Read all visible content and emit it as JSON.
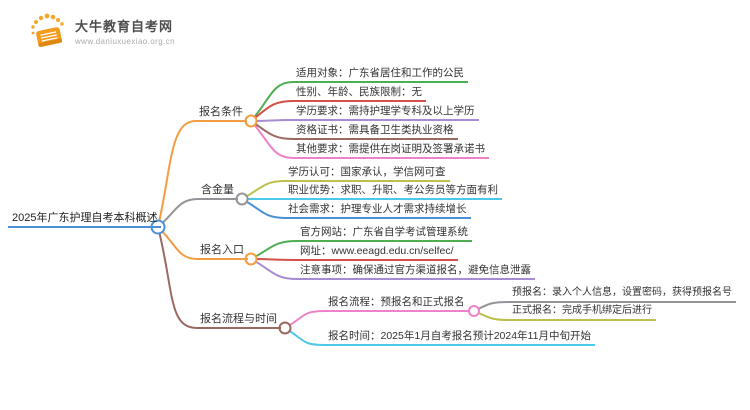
{
  "logo": {
    "title": "大牛教育自考网",
    "url": "www.daniuxuexiao.org.cn"
  },
  "colors": {
    "root_blue": "#4B90D6",
    "orange": "#F49C42",
    "gray": "#939599",
    "brown": "#9A6A60",
    "green": "#4FAE52",
    "red": "#D4504A",
    "purple": "#A78BD4",
    "pink": "#EE82C8",
    "olive": "#BDC04E",
    "cyan": "#4CC8E8",
    "logo_orange": "#F29B1D",
    "text": "#333333"
  },
  "mindmap": {
    "root": {
      "label": "2025年广东护理自考本科概述"
    },
    "branches": [
      {
        "label": "报名条件",
        "color": "#F49C42",
        "children": [
          {
            "label": "适用对象：广东省居住和工作的公民",
            "color": "#4FAE52"
          },
          {
            "label": "性别、年龄、民族限制：无",
            "color": "#D4504A"
          },
          {
            "label": "学历要求：需持护理学专科及以上学历",
            "color": "#A78BD4"
          },
          {
            "label": "资格证书：需具备卫生类执业资格",
            "color": "#9A6A60"
          },
          {
            "label": "其他要求：需提供在岗证明及签署承诺书",
            "color": "#EE82C8"
          }
        ]
      },
      {
        "label": "含金量",
        "color": "#939599",
        "children": [
          {
            "label": "学历认可：国家承认，学信网可查",
            "color": "#BDC04E"
          },
          {
            "label": "职业优势：求职、升职、考公务员等方面有利",
            "color": "#4CC8E8"
          },
          {
            "label": "社会需求：护理专业人才需求持续增长",
            "color": "#4B90D6"
          }
        ]
      },
      {
        "label": "报名入口",
        "color": "#F49C42",
        "children": [
          {
            "label": "官方网站：广东省自学考试管理系统",
            "color": "#4FAE52"
          },
          {
            "label": "网址：www.eeagd.edu.cn/selfec/",
            "color": "#D4504A"
          },
          {
            "label": "注意事项：确保通过官方渠道报名，避免信息泄露",
            "color": "#A78BD4"
          }
        ]
      },
      {
        "label": "报名流程与时间",
        "color": "#9A6A60",
        "children": [
          {
            "label": "报名流程：预报名和正式报名",
            "color": "#EE82C8",
            "children": [
              {
                "label": "预报名：录入个人信息，设置密码，获得预报名号",
                "color": "#939599"
              },
              {
                "label": "正式报名：完成手机绑定后进行",
                "color": "#BDC04E"
              }
            ]
          },
          {
            "label": "报名时间：2025年1月自考报名预计2024年11月中旬开始",
            "color": "#4CC8E8"
          }
        ]
      }
    ]
  }
}
